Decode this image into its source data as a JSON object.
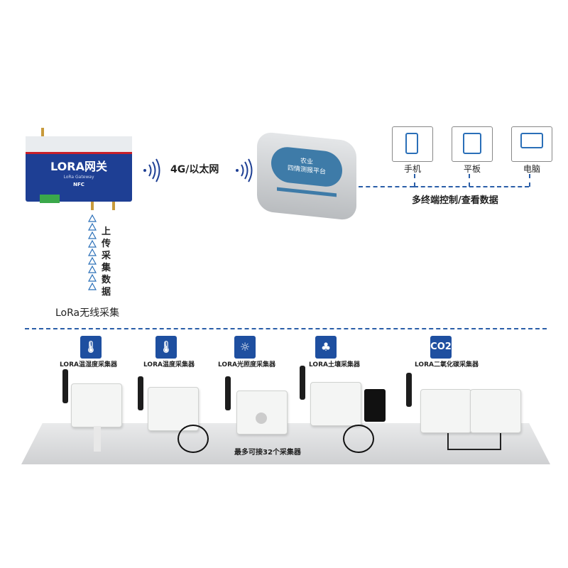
{
  "gateway": {
    "title": "LORA网关",
    "subtitle": "LoRa Gateway",
    "nfc": "NFC"
  },
  "link": {
    "label": "4G/以太网"
  },
  "cloud": {
    "line1": "农业",
    "line2": "四情测报平台"
  },
  "terminals": [
    {
      "label": "手机",
      "icon": "phone-icon"
    },
    {
      "label": "平板",
      "icon": "tablet-icon"
    },
    {
      "label": "电脑",
      "icon": "computer-icon"
    }
  ],
  "terminals_caption": "多终端控制/查看数据",
  "upload": {
    "text": "上传采集数据"
  },
  "wireless_caption": "LoRa无线采集",
  "sensors": [
    {
      "label": "LORA温湿度采集器",
      "icon": "thermometer-humidity-icon"
    },
    {
      "label": "LORA温度采集器",
      "icon": "thermometer-icon"
    },
    {
      "label": "LORA光照度采集器",
      "icon": "sun-icon"
    },
    {
      "label": "LORA土壤采集器",
      "icon": "plant-icon"
    },
    {
      "label": "LORA二氧化碳采集器",
      "icon": "co2-icon",
      "icon_text": "CO2"
    }
  ],
  "capacity_caption": "最多可接32个采集器",
  "colors": {
    "brand_blue": "#1e4fa0",
    "gateway_blue": "#1e3f94",
    "accent_red": "#c8202a"
  }
}
